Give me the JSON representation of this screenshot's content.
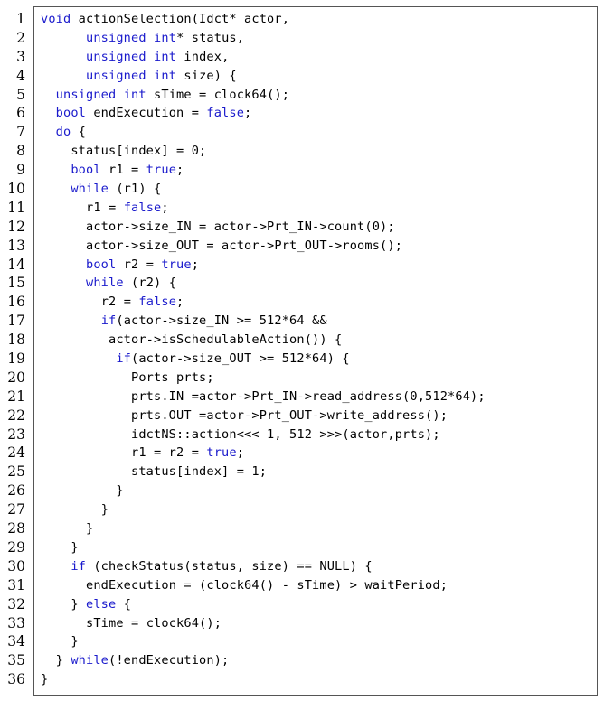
{
  "listing": {
    "lines": [
      {
        "n": "1",
        "indent": 0,
        "tokens": [
          {
            "t": "void",
            "k": 1
          },
          {
            "t": " actionSelection(Idct* actor,"
          }
        ]
      },
      {
        "n": "2",
        "indent": 6,
        "tokens": [
          {
            "t": "unsigned",
            "k": 1
          },
          {
            "t": " "
          },
          {
            "t": "int",
            "k": 1
          },
          {
            "t": "* status,"
          }
        ]
      },
      {
        "n": "3",
        "indent": 6,
        "tokens": [
          {
            "t": "unsigned",
            "k": 1
          },
          {
            "t": " "
          },
          {
            "t": "int",
            "k": 1
          },
          {
            "t": " index,"
          }
        ]
      },
      {
        "n": "4",
        "indent": 6,
        "tokens": [
          {
            "t": "unsigned",
            "k": 1
          },
          {
            "t": " "
          },
          {
            "t": "int",
            "k": 1
          },
          {
            "t": " size) {"
          }
        ]
      },
      {
        "n": "5",
        "indent": 2,
        "tokens": [
          {
            "t": "unsigned",
            "k": 1
          },
          {
            "t": " "
          },
          {
            "t": "int",
            "k": 1
          },
          {
            "t": " sTime = clock64();"
          }
        ]
      },
      {
        "n": "6",
        "indent": 2,
        "tokens": [
          {
            "t": "bool",
            "k": 1
          },
          {
            "t": " endExecution = "
          },
          {
            "t": "false",
            "k": 1
          },
          {
            "t": ";"
          }
        ]
      },
      {
        "n": "7",
        "indent": 2,
        "tokens": [
          {
            "t": "do",
            "k": 1
          },
          {
            "t": " {"
          }
        ]
      },
      {
        "n": "8",
        "indent": 4,
        "tokens": [
          {
            "t": "status[index] = 0;"
          }
        ]
      },
      {
        "n": "9",
        "indent": 4,
        "tokens": [
          {
            "t": "bool",
            "k": 1
          },
          {
            "t": " r1 = "
          },
          {
            "t": "true",
            "k": 1
          },
          {
            "t": ";"
          }
        ]
      },
      {
        "n": "10",
        "indent": 4,
        "tokens": [
          {
            "t": "while",
            "k": 1
          },
          {
            "t": " (r1) {"
          }
        ]
      },
      {
        "n": "11",
        "indent": 6,
        "tokens": [
          {
            "t": "r1 = "
          },
          {
            "t": "false",
            "k": 1
          },
          {
            "t": ";"
          }
        ]
      },
      {
        "n": "12",
        "indent": 6,
        "tokens": [
          {
            "t": "actor->size_IN = actor->Prt_IN->count(0);"
          }
        ]
      },
      {
        "n": "13",
        "indent": 6,
        "tokens": [
          {
            "t": "actor->size_OUT = actor->Prt_OUT->rooms();"
          }
        ]
      },
      {
        "n": "14",
        "indent": 6,
        "tokens": [
          {
            "t": "bool",
            "k": 1
          },
          {
            "t": " r2 = "
          },
          {
            "t": "true",
            "k": 1
          },
          {
            "t": ";"
          }
        ]
      },
      {
        "n": "15",
        "indent": 6,
        "tokens": [
          {
            "t": "while",
            "k": 1
          },
          {
            "t": " (r2) {"
          }
        ]
      },
      {
        "n": "16",
        "indent": 8,
        "tokens": [
          {
            "t": "r2 = "
          },
          {
            "t": "false",
            "k": 1
          },
          {
            "t": ";"
          }
        ]
      },
      {
        "n": "17",
        "indent": 8,
        "tokens": [
          {
            "t": "if",
            "k": 1
          },
          {
            "t": "(actor->size_IN >= 512*64 &&"
          }
        ]
      },
      {
        "n": "18",
        "indent": 9,
        "tokens": [
          {
            "t": "actor->isSchedulableAction()) {"
          }
        ]
      },
      {
        "n": "19",
        "indent": 10,
        "tokens": [
          {
            "t": "if",
            "k": 1
          },
          {
            "t": "(actor->size_OUT >= 512*64) {"
          }
        ]
      },
      {
        "n": "20",
        "indent": 12,
        "tokens": [
          {
            "t": "Ports prts;"
          }
        ]
      },
      {
        "n": "21",
        "indent": 12,
        "tokens": [
          {
            "t": "prts.IN =actor->Prt_IN->read_address(0,512*64);"
          }
        ]
      },
      {
        "n": "22",
        "indent": 12,
        "tokens": [
          {
            "t": "prts.OUT =actor->Prt_OUT->write_address();"
          }
        ]
      },
      {
        "n": "23",
        "indent": 12,
        "tokens": [
          {
            "t": "idctNS::action<<< 1, 512 >>>(actor,prts);"
          }
        ]
      },
      {
        "n": "24",
        "indent": 12,
        "tokens": [
          {
            "t": "r1 = r2 = "
          },
          {
            "t": "true",
            "k": 1
          },
          {
            "t": ";"
          }
        ]
      },
      {
        "n": "25",
        "indent": 12,
        "tokens": [
          {
            "t": "status[index] = 1;"
          }
        ]
      },
      {
        "n": "26",
        "indent": 10,
        "tokens": [
          {
            "t": "}"
          }
        ]
      },
      {
        "n": "27",
        "indent": 8,
        "tokens": [
          {
            "t": "}"
          }
        ]
      },
      {
        "n": "28",
        "indent": 6,
        "tokens": [
          {
            "t": "}"
          }
        ]
      },
      {
        "n": "29",
        "indent": 4,
        "tokens": [
          {
            "t": "}"
          }
        ]
      },
      {
        "n": "30",
        "indent": 4,
        "tokens": [
          {
            "t": "if",
            "k": 1
          },
          {
            "t": " (checkStatus(status, size) == NULL) {"
          }
        ]
      },
      {
        "n": "31",
        "indent": 6,
        "tokens": [
          {
            "t": "endExecution = (clock64() - sTime) > waitPeriod;"
          }
        ]
      },
      {
        "n": "32",
        "indent": 4,
        "tokens": [
          {
            "t": "} "
          },
          {
            "t": "else",
            "k": 1
          },
          {
            "t": " {"
          }
        ]
      },
      {
        "n": "33",
        "indent": 6,
        "tokens": [
          {
            "t": "sTime = clock64();"
          }
        ]
      },
      {
        "n": "34",
        "indent": 4,
        "tokens": [
          {
            "t": "}"
          }
        ]
      },
      {
        "n": "35",
        "indent": 2,
        "tokens": [
          {
            "t": "} "
          },
          {
            "t": "while",
            "k": 1
          },
          {
            "t": "(!endExecution);"
          }
        ]
      },
      {
        "n": "36",
        "indent": 0,
        "tokens": [
          {
            "t": "}"
          }
        ]
      }
    ],
    "colors": {
      "keyword": "#1a1acc",
      "text": "#000000",
      "frame": "#555555"
    }
  }
}
